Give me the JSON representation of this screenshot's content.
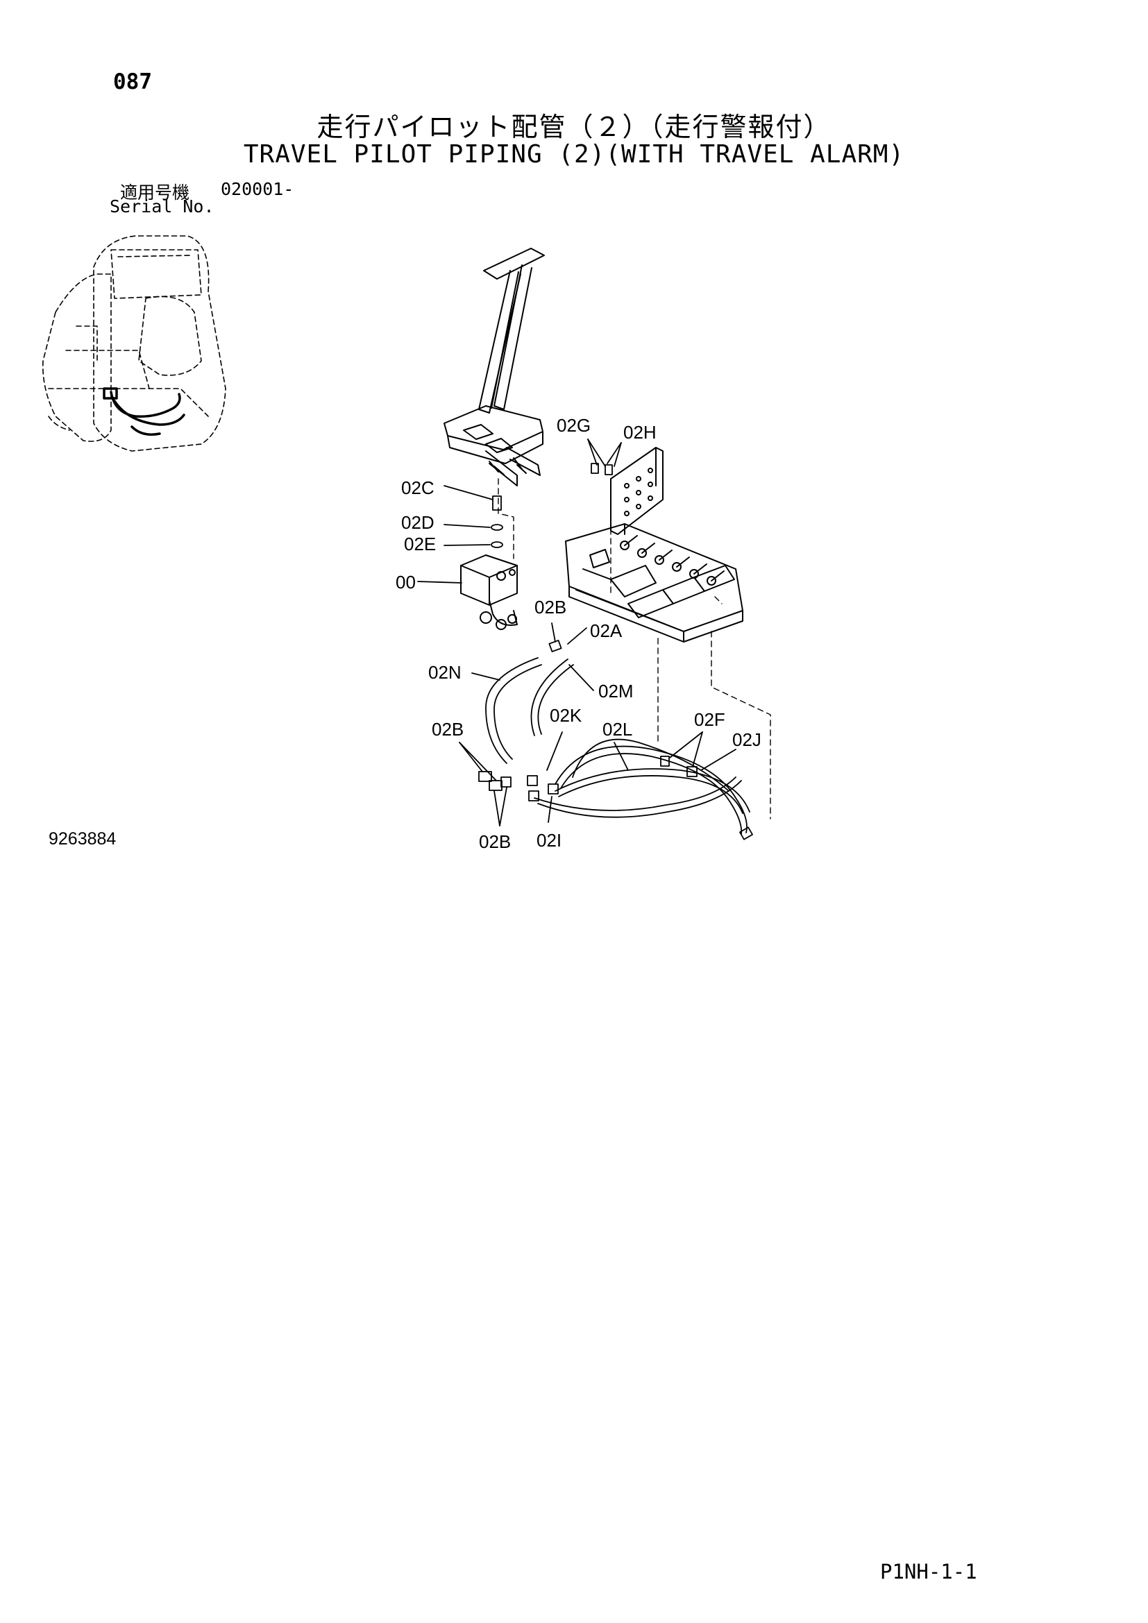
{
  "header": {
    "page_number": "087",
    "title_jp": "走行パイロット配管（２）（走行警報付）",
    "title_en": "TRAVEL PILOT PIPING (2)(WITH TRAVEL ALARM)",
    "serial_label_jp": "適用号機",
    "serial_value": "020001-",
    "serial_label_en": "Serial No."
  },
  "callouts": {
    "c02G": "02G",
    "c02H": "02H",
    "c02C": "02C",
    "c02D": "02D",
    "c02E": "02E",
    "c00": "00",
    "c02B_top": "02B",
    "c02A": "02A",
    "c02N": "02N",
    "c02M": "02M",
    "c02K": "02K",
    "c02L": "02L",
    "c02F": "02F",
    "c02J": "02J",
    "c02B_left": "02B",
    "c02B_bottom": "02B",
    "c02I": "02I"
  },
  "footer": {
    "drawing_number": "9263884",
    "sheet_code": "P1NH-1-1"
  }
}
